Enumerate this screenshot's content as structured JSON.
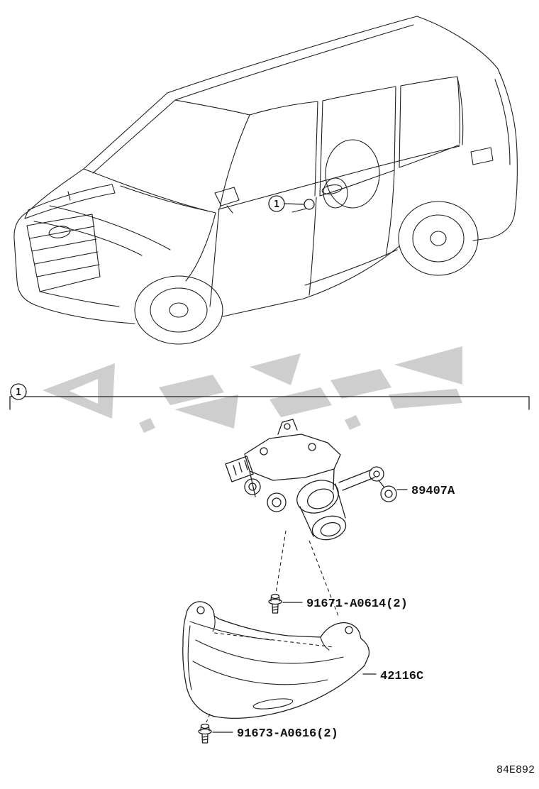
{
  "page": {
    "code": "84E892",
    "background_color": "#ffffff",
    "line_color": "#1f1f1f",
    "watermark_color": "#c9c9c9",
    "label_color": "#111111"
  },
  "callouts": {
    "vehicle": "1",
    "group": "1"
  },
  "labels": {
    "sensor": "89407A",
    "bolt_upper": "91671-A0614(2)",
    "bracket": "42116C",
    "bolt_lower": "91673-A0616(2)"
  }
}
